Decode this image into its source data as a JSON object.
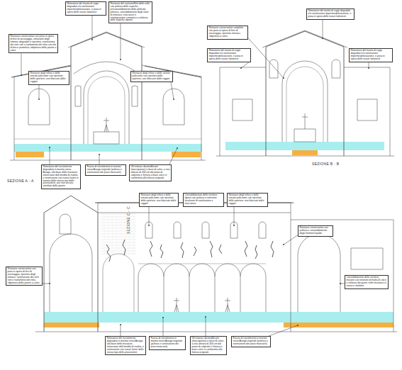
{
  "diagram": {
    "nodes": [
      {
        "text": [
          "Rimozione del manto di coppi degradati e/o sostituzione impermeabilizzazione, e posa in opera delle nuove lattonerie"
        ]
      },
      {
        "text": [
          "Restauro del controsoffitto delle volte con pulitura delle superfici, preconsolidamento della pellicola pittorica, consolidamento degli strati di intonaco, stuccature e reintegrazione cromatica a velatura delle superfici dipinte"
        ]
      },
      {
        "text": [
          "Restauro conservativo con posa in opera di ferri di ancoraggio, rimozione degli intonaci degradati e ripristino, sostituzione dei vetri rotti e trattamento dei telai con olio di lino e protettivo, ridipintura della parete a calce"
        ]
      },
      {
        "text": [
          "Restauro degli infissi e delle vetrate policrome con ripristino delle aperture, ove bloccate dalle ruggini"
        ]
      },
      {
        "text": [
          "Restauro degli infissi e delle vetrate policrome con ripristino delle aperture, ove bloccate dalle ruggini"
        ]
      },
      {
        "text": [
          "Rimozione del rivestimento degradato in marmo rosso Asiago, alla base delle murature, interessate dall'umidità di risalita, e sostituzione con nuove lastre in marmo dello stesso tipo delle preesistenti, ove non ancora ventilate dalla parete"
        ]
      },
      {
        "text": [
          "Fascia di rivestimento in marmo rosso Asiago originale (pulitura e sostituzione dei pezzi mancanti)"
        ]
      },
      {
        "text": [
          "Gli intonaci deumidificanti (macroporosi) a base di calce, a una altezza di 200 cm dal piano di calpestio e finitura a base calce in conformità alla finitura originale"
        ]
      },
      {
        "text": [
          "Restauro conservativo completo con posa in opera di ferri di ancoraggio, ripristino intonaci, ridipintura a calce"
        ]
      },
      {
        "text": [
          "Rimozione del manto di coppi degradati e/o sostituzione impermeabilizzazione, e posa in opera delle nuove lattonerie"
        ]
      },
      {
        "text": [
          "Rimozione del manto di coppi degradati e/o sostituzione impermeabilizzazione, e posa in opera delle nuove lattonerie"
        ]
      },
      {
        "text": [
          "Rimozione del manto di coppi degradati e/o sostituzione impermeabilizzazione, e posa in opera delle nuove lattonerie"
        ]
      },
      {
        "text": [
          "Consolidamento delle strutture lignee con pulitura e interventi localizzati di sostituzione e stuccatura"
        ]
      },
      {
        "text": [
          "Restauro degli infissi e delle vetrate policrome con ripristino delle aperture, ove bloccate dalle ruggini"
        ]
      },
      {
        "text": [
          "Restauro degli infissi e delle vetrate policrome con ripristino delle aperture, ove bloccate dalle ruggini"
        ]
      },
      {
        "text": [
          "Restauro conservativo con pulitura e consolidamento degli elementi lapidei"
        ]
      },
      {
        "text": [
          "Consolidamento delle strutture murarie con iniezioni di malta di calce e stilatura dei giunti, nelle murature in sasso e mattone"
        ]
      },
      {
        "text": [
          "Restauro conservativo con posa in opera di ferri di ancoraggio, ripristino degli intonaci, sostituzione dei vetri rotti e trattamento dei telai, ridipintura della parete a calce"
        ]
      },
      {
        "text": [
          "Rimozione del rivestimento degradato in marmo rosso Asiago, alla base delle murature, interessate dall'umidità di risalita, e sostituzione con nuove lastre dello stesso tipo delle preesistenti"
        ]
      },
      {
        "text": [
          "Fascia di rivestimento in marmo rosso Asiago originale (pulitura e sostituzione dei pezzi mancanti)"
        ]
      },
      {
        "text": [
          "Gli intonaci deumidificanti (macroporosi) a base di calce, a una altezza di 200 cm dal piano di calpestio e finitura a base calce in conformità alla finitura originale"
        ]
      },
      {
        "text": [
          "Fascia di rivestimento in marmo rosso Asiago originale (pulitura e sostituzione dei pezzi mancanti)"
        ]
      }
    ],
    "labels": [
      "SEZIONE A - A",
      "SEZIONE B - B",
      "SEZIONE C - C"
    ]
  }
}
